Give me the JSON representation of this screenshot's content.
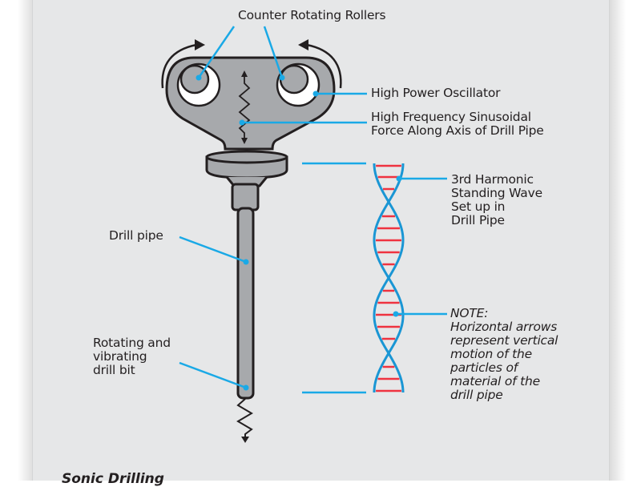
{
  "diagram": {
    "title": "Sonic Drilling",
    "colors": {
      "panel_background": "#e6e7e8",
      "leader_line": "#1aa9e6",
      "wave": "#1a96d4",
      "wave_rungs": "#ef3340",
      "machine_fill": "#a7a9ac",
      "outline": "#231f20"
    },
    "labels": {
      "rollers": "Counter Rotating Rollers",
      "oscillator": "High Power Oscillator",
      "force": [
        "High Frequency Sinusoidal",
        "Force Along Axis of Drill Pipe"
      ],
      "wave": [
        "3rd Harmonic",
        "Standing Wave",
        "Set up in",
        "Drill Pipe"
      ],
      "drill_pipe": "Drill pipe",
      "drill_bit": [
        "Rotating and",
        "vibrating",
        "drill bit"
      ],
      "note": [
        "NOTE:",
        "Horizontal arrows",
        "represent vertical",
        "motion of the",
        "particles of",
        "material of the",
        "drill pipe"
      ]
    },
    "wave": {
      "harmonic": 3,
      "half_wavelengths_shown": 2,
      "rungs_per_lobe": [
        4,
        5,
        4
      ]
    }
  }
}
